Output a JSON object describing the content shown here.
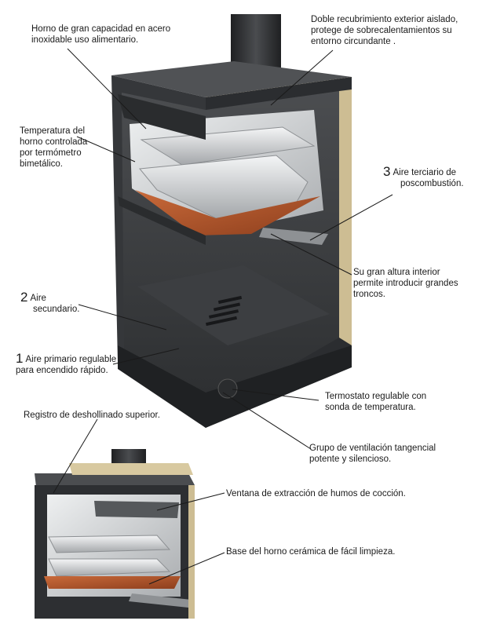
{
  "callouts": {
    "horno": {
      "line1": "Horno de gran capacidad en acero",
      "line2": "inoxidable uso alimentario."
    },
    "recubrimiento": {
      "line1": "Doble recubrimiento exterior aislado,",
      "line2": "protege de sobrecalentamientos su",
      "line3": "entorno circundante ."
    },
    "temperatura": {
      "line1": "Temperatura del",
      "line2": "horno controlada",
      "line3": "por termómetro",
      "line4": "bimetálico."
    },
    "terciario": {
      "number": "3",
      "line1": "Aire terciario de",
      "line2": "poscombustión."
    },
    "altura": {
      "line1": "Su gran altura interior",
      "line2": "permite introducir grandes",
      "line3": "troncos."
    },
    "secundario": {
      "number": "2",
      "line1": "Aire",
      "line2": "secundario."
    },
    "primario": {
      "number": "1",
      "line1": "Aire primario regulable",
      "line2": "para encendido rápido."
    },
    "termostato": {
      "line1": "Termostato regulable con",
      "line2": "sonda de temperatura."
    },
    "registro": {
      "line1": "Registro de deshollinado superior."
    },
    "ventilacion": {
      "line1": "Grupo de ventilación tangencial",
      "line2": "potente y silencioso."
    },
    "ventana": {
      "line1": "Ventana de extracción de humos de cocción."
    },
    "base": {
      "line1": "Base del horno  cerámica de fácil limpieza."
    }
  },
  "colors": {
    "stove_body": "#3a3c3f",
    "stove_dark": "#232527",
    "insulation": "#d8c9a0",
    "ceramic": "#b5562c",
    "steel": "#c9cbcd"
  }
}
